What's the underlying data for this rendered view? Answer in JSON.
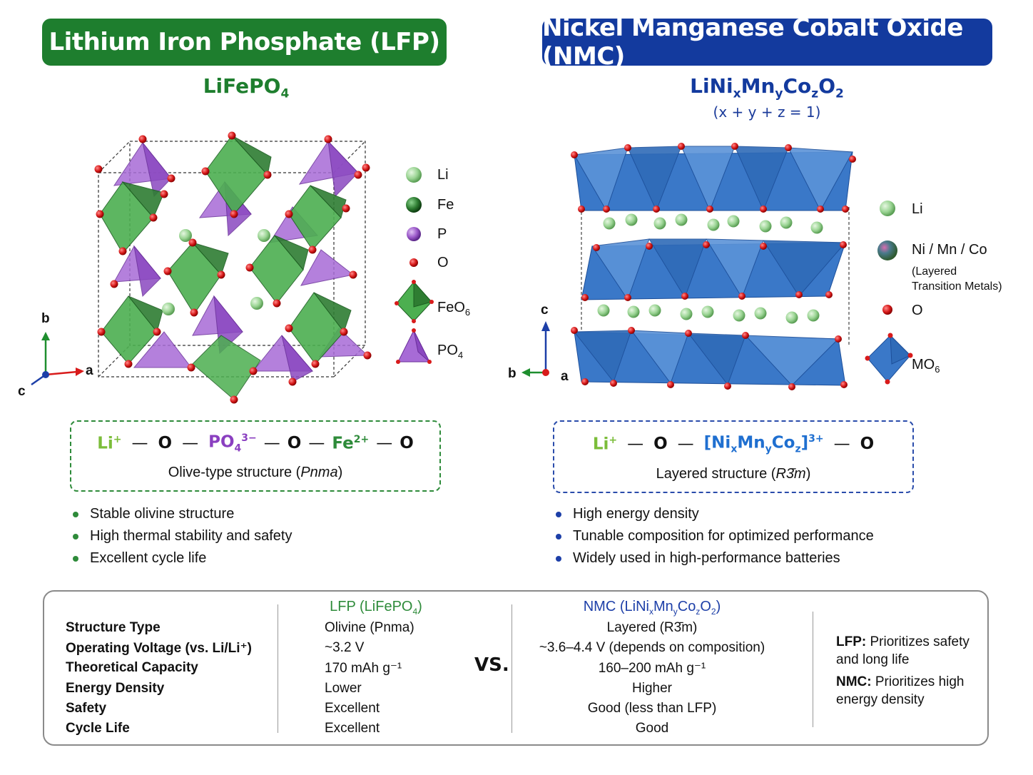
{
  "lfp": {
    "title": "Lithium Iron Phosphate (LFP)",
    "formula_main": "LiFePO",
    "formula_sub": "4",
    "legend": {
      "li": "Li",
      "fe": "Fe",
      "p": "P",
      "o": "O",
      "feo6_main": "FeO",
      "feo6_sub": "6",
      "po4_main": "PO",
      "po4_sub": "4"
    },
    "axes": {
      "a": "a",
      "b": "b",
      "c": "c"
    },
    "chain": {
      "li": "Li",
      "li_sup": "+",
      "dash": "—",
      "o": "O",
      "po4_main": "PO",
      "po4_sub": "4",
      "po4_sup": "3−",
      "fe": "Fe",
      "fe_sup": "2+",
      "caption_pre": "Olive-type structure (",
      "caption_italic": "Pnma",
      "caption_post": ")"
    },
    "bullets": [
      "Stable olivine structure",
      "High thermal stability and safety",
      "Excellent cycle life"
    ]
  },
  "nmc": {
    "title": "Nickel Manganese Cobalt Oxide (NMC)",
    "formula": {
      "p1": "LiNi",
      "x": "x",
      "p2": "Mn",
      "y": "y",
      "p3": "Co",
      "z": "z",
      "p4": "O",
      "two": "2"
    },
    "subformula": "(x + y + z = 1)",
    "legend": {
      "li": "Li",
      "tm": "Ni / Mn / Co",
      "tm_note_1": "(Layered",
      "tm_note_2": "Transition Metals)",
      "o": "O",
      "mo6_main": "MO",
      "mo6_sub": "6"
    },
    "axes": {
      "a": "a",
      "b": "b",
      "c": "c"
    },
    "chain": {
      "li": "Li",
      "li_sup": "+",
      "dash": "—",
      "o": "O",
      "tm_open": "[Ni",
      "x": "x",
      "mn": "Mn",
      "y": "y",
      "co": "Co",
      "z": "z",
      "tm_close": "]",
      "tm_sup": "3+",
      "caption_pre": "Layered structure (",
      "caption_italic": "R3̄m",
      "caption_post": ")"
    },
    "bullets": [
      "High energy density",
      "Tunable composition for optimized performance",
      "Widely used in high-performance batteries"
    ]
  },
  "comparison": {
    "row_labels": [
      "Structure Type",
      "Operating Voltage (vs. Li/Li⁺)",
      "Theoretical Capacity",
      "Energy Density",
      "Safety",
      "Cycle Life"
    ],
    "lfp_header_main": "LFP (LiFePO",
    "lfp_header_sub": "4",
    "lfp_header_close": ")",
    "lfp_values": [
      "Olivine (Pnma)",
      "~3.2 V",
      "170 mAh g⁻¹",
      "Lower",
      "Excellent",
      "Excellent"
    ],
    "vs": "VS.",
    "nmc_header": {
      "p1": "NMC (LiNi",
      "x": "x",
      "p2": "Mn",
      "y": "y",
      "p3": "Co",
      "z": "z",
      "p4": "O",
      "two": "2",
      "close": ")"
    },
    "nmc_values": [
      "Layered (R3̄m)",
      "~3.6–4.4 V (depends on composition)",
      "160–200 mAh g⁻¹",
      "Higher",
      "Good (less than LFP)",
      "Good"
    ],
    "notes": {
      "lfp_key": "LFP:",
      "lfp_text_1": " Prioritizes safety",
      "lfp_text_2": "and long life",
      "nmc_key": "NMC:",
      "nmc_text_1": " Prioritizes high",
      "nmc_text_2": "energy density"
    }
  },
  "colors": {
    "lfp_green": "#1e7e2e",
    "nmc_blue": "#133a9e",
    "li_green": "#8fd08a",
    "fe_green": "#2e7d32",
    "p_purple": "#9b59c9",
    "o_red": "#d81b1b",
    "mo6_blue": "#3a78c8",
    "chain_purple": "#8a3fc0",
    "chain_blue": "#1f6fd0"
  }
}
